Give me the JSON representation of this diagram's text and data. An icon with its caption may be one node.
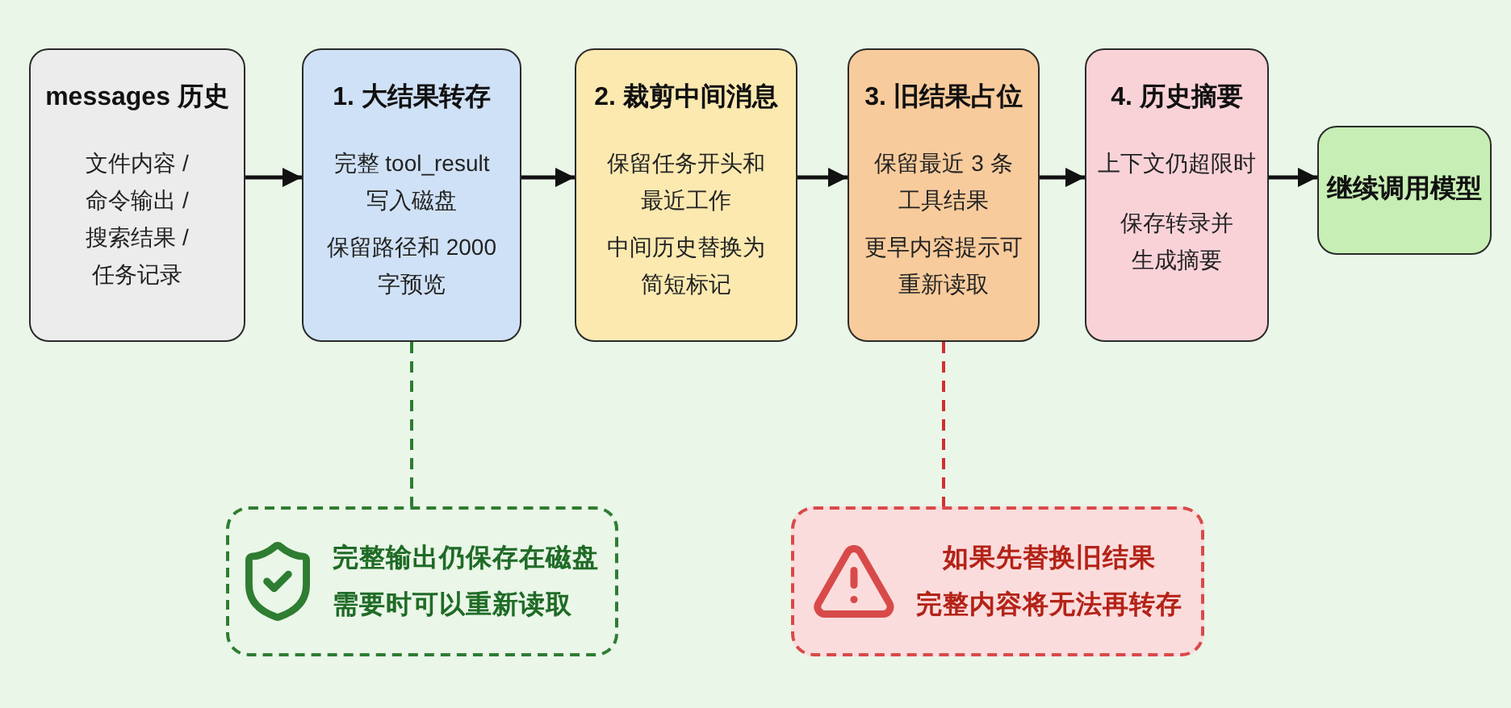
{
  "diagram": {
    "nodes": [
      {
        "text": [
          "messages 历史",
          "文件内容 / 命令输出 / 搜索结果 / 任务记录"
        ]
      },
      {
        "text": [
          "1. 大结果转存",
          "完整 tool_result 写入磁盘",
          "保留路径和 2000 字预览"
        ]
      },
      {
        "text": [
          "2. 裁剪中间消息",
          "保留任务开头和最近工作",
          "中间历史替换为简短标记"
        ]
      },
      {
        "text": [
          "3. 旧结果占位",
          "保留最近 3 条工具结果",
          "更早内容提示可重新读取"
        ]
      },
      {
        "text": [
          "4. 历史摘要",
          "上下文仍超限时",
          "保存转录并生成摘要"
        ]
      },
      {
        "text": [
          "继续调用模型"
        ]
      },
      {
        "text": [
          "完整输出仍保存在磁盘",
          "需要时可以重新读取"
        ]
      },
      {
        "text": [
          "如果先替换旧结果",
          "完整内容将无法再转存"
        ]
      }
    ],
    "edges": [
      {
        "from": 0,
        "to": 1,
        "arrow": "to"
      },
      {
        "from": 1,
        "to": 2,
        "arrow": "to"
      },
      {
        "from": 2,
        "to": 3,
        "arrow": "to"
      },
      {
        "from": 3,
        "to": 4,
        "arrow": "to"
      },
      {
        "from": 4,
        "to": 5,
        "arrow": "to"
      },
      {
        "from": 1,
        "to": 6,
        "arrow": "none",
        "style": "dashed",
        "color": "#2e7d32"
      },
      {
        "from": 3,
        "to": 7,
        "arrow": "none",
        "style": "dashed",
        "color": "#d32f2f"
      }
    ]
  }
}
